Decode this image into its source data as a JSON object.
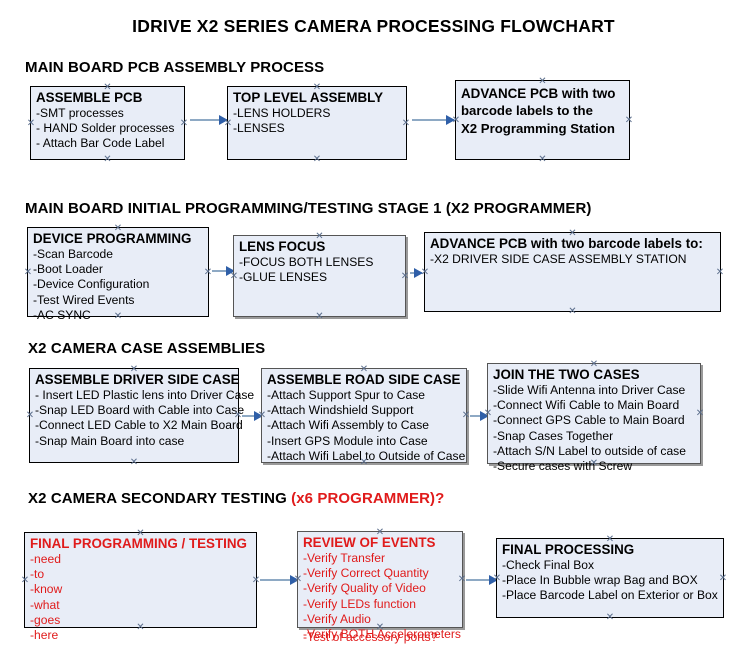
{
  "document": {
    "title": "IDRIVE X2  SERIES CAMERA PROCESSING FLOWCHART"
  },
  "sections": [
    {
      "id": "main-board-pcb-assembly",
      "heading": "MAIN BOARD PCB ASSEMBLY PROCESS",
      "heading_accent": "",
      "boxes": [
        {
          "id": "assemble-pcb",
          "title": "ASSEMBLE PCB",
          "lines": [
            "-SMT processes",
            "- HAND Solder processes",
            "- Attach Bar Code Label"
          ],
          "bold_lines": false,
          "color": "black"
        },
        {
          "id": "top-level-assembly",
          "title": "TOP LEVEL ASSEMBLY",
          "lines": [
            "-LENS HOLDERS",
            "-LENSES"
          ],
          "bold_lines": false,
          "color": "black"
        },
        {
          "id": "advance-pcb-programming-station",
          "title": "ADVANCE PCB with two",
          "lines": [
            "barcode labels to the",
            " X2 Programming Station"
          ],
          "bold_lines": true,
          "color": "black"
        }
      ]
    },
    {
      "id": "main-board-initial-programming",
      "heading": "MAIN BOARD INITIAL PROGRAMMING/TESTING STAGE 1 (X2 PROGRAMMER)",
      "heading_accent": "",
      "boxes": [
        {
          "id": "device-programming",
          "title": "DEVICE PROGRAMMING",
          "lines": [
            "-Scan Barcode",
            "-Boot Loader",
            "-Device Configuration",
            "-Test Wired Events",
            "-AC SYNC"
          ],
          "bold_lines": false,
          "color": "black"
        },
        {
          "id": "lens-focus",
          "title": "LENS FOCUS",
          "lines": [
            "-FOCUS BOTH LENSES",
            "-GLUE LENSES"
          ],
          "bold_lines": false,
          "color": "black"
        },
        {
          "id": "advance-pcb-driver-side-case",
          "title": "ADVANCE PCB with two barcode labels to:",
          "lines": [
            "-X2 DRIVER  SIDE  CASE  ASSEMBLY STATION"
          ],
          "bold_lines": false,
          "color": "black"
        }
      ]
    },
    {
      "id": "x2-camera-case-assemblies",
      "heading": "X2 CAMERA CASE ASSEMBLIES",
      "heading_accent": "",
      "boxes": [
        {
          "id": "assemble-driver-side-case",
          "title": "ASSEMBLE DRIVER SIDE CASE",
          "lines": [
            "- Insert LED Plastic lens into Driver Case",
            "-Snap LED Board with Cable into Case",
            "-Connect LED Cable to X2 Main Board",
            "-Snap Main Board into case"
          ],
          "bold_lines": false,
          "color": "black"
        },
        {
          "id": "assemble-road-side-case",
          "title": "ASSEMBLE ROAD SIDE CASE",
          "lines": [
            "-Attach Support Spur to Case",
            "-Attach Windshield Support",
            "-Attach Wifi Assembly to Case",
            "-Insert GPS Module into Case",
            "-Attach Wifi Label to Outside of Case"
          ],
          "bold_lines": false,
          "color": "black"
        },
        {
          "id": "join-the-two-cases",
          "title": "JOIN THE TWO CASES",
          "lines": [
            "-Slide Wifi Antenna into Driver Case",
            "-Connect Wifi Cable to Main Board",
            "-Connect GPS Cable to Main Board",
            "-Snap Cases Together",
            "-Attach S/N Label to outside of case",
            "-Secure cases with Screw"
          ],
          "bold_lines": false,
          "color": "black"
        }
      ]
    },
    {
      "id": "x2-camera-secondary-testing",
      "heading": "X2 CAMERA SECONDARY TESTING ",
      "heading_accent": "(x6 PROGRAMMER)?",
      "boxes": [
        {
          "id": "final-programming-testing",
          "title": "FINAL PROGRAMMING / TESTING",
          "lines": [
            "-need",
            "-to",
            "-know",
            "-what",
            "-goes",
            "-here"
          ],
          "bold_lines": false,
          "color": "red"
        },
        {
          "id": "review-of-events",
          "title": "REVIEW OF EVENTS",
          "lines": [
            "-Verify Transfer",
            "-Verify Correct Quantity",
            "-Verify Quality of Video",
            "-Verify LEDs function",
            "-Verify Audio",
            "-Verify BOTH Accelerometers"
          ],
          "overflow_line": "-Test of accessory ports?",
          "bold_lines": false,
          "color": "red"
        },
        {
          "id": "final-processing",
          "title": "FINAL PROCESSING",
          "lines": [
            " -Check Final Box",
            "-Place In Bubble wrap Bag and BOX",
            "-Place Barcode Label on Exterior or Box"
          ],
          "bold_lines": false,
          "color": "black"
        }
      ]
    }
  ],
  "colors": {
    "box_fill": "#e8edf7",
    "box_border": "#000000",
    "accent_red": "#e01b1b",
    "arrow_line": "#8ea9c4",
    "arrow_head": "#2f5fa8",
    "handle": "#5b6e8c"
  }
}
